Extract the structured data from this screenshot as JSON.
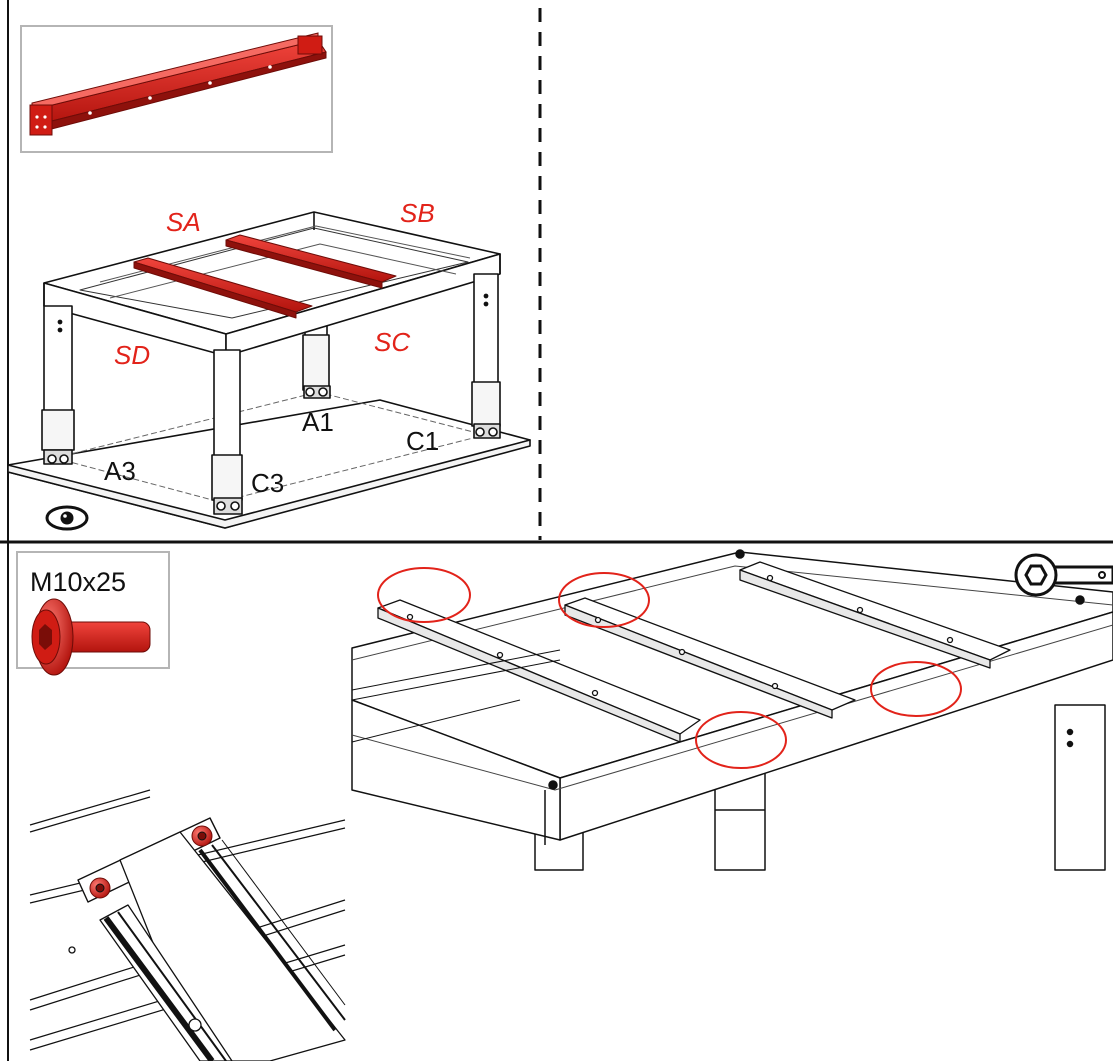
{
  "colors": {
    "highlight": "#e2231a",
    "highlight_dark": "#9e1510",
    "line": "#111111",
    "frame_fill": "#ffffff",
    "callout_circle": "#e2231a"
  },
  "icons": {
    "view_icon": "eye-icon",
    "tool_icon": "wrench-icon"
  },
  "top_left": {
    "side_labels": [
      "SA",
      "SB",
      "SC",
      "SD"
    ],
    "corner_labels": [
      "A1",
      "C1",
      "A3",
      "C3"
    ]
  },
  "hardware": {
    "bolt_label": "M10x25"
  }
}
